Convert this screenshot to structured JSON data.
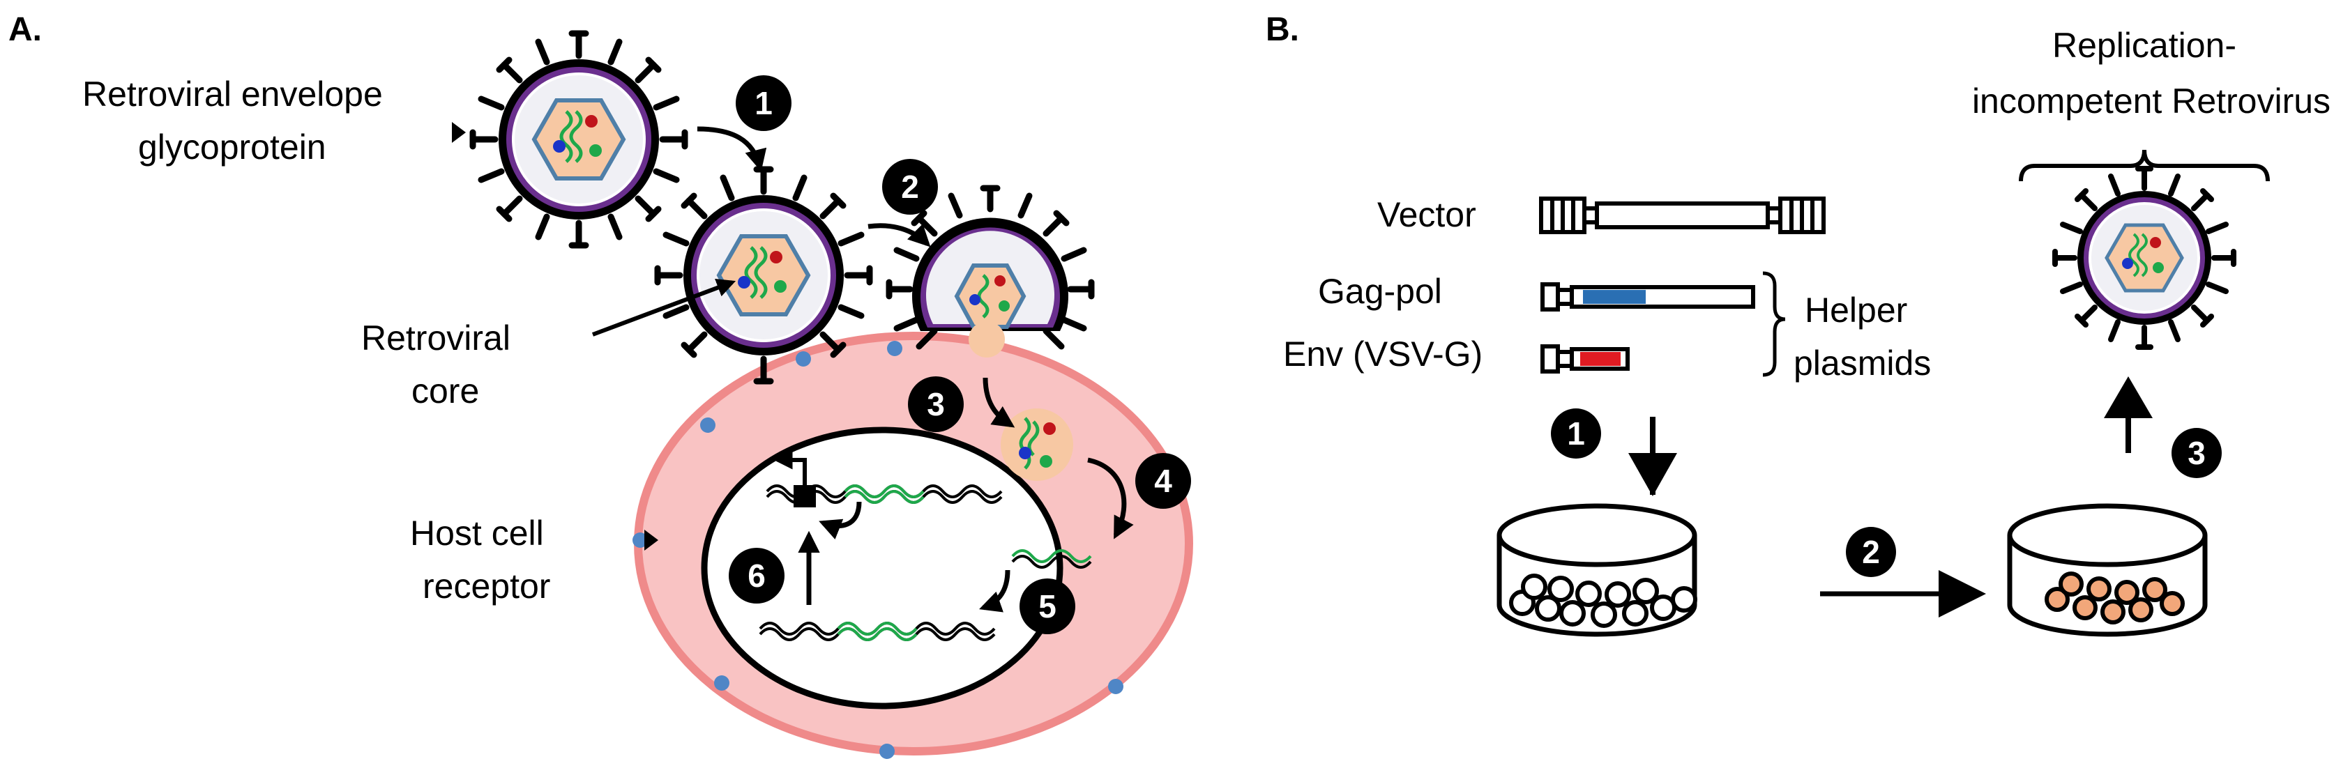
{
  "panels": {
    "a": "A.",
    "b": "B."
  },
  "panel_a": {
    "envelope_label_line1": "Retroviral envelope",
    "envelope_label_line2": "glycoprotein",
    "core_label_line1": "Retroviral",
    "core_label_line2": "core",
    "receptor_label_line1": "Host cell",
    "receptor_label_line2": "receptor",
    "steps": [
      "1",
      "2",
      "3",
      "4",
      "5",
      "6"
    ]
  },
  "panel_b": {
    "vector_label": "Vector",
    "gagpol_label": "Gag-pol",
    "env_label": "Env (VSV-G)",
    "helper_line1": "Helper",
    "helper_line2": "plasmids",
    "product_line1": "Replication-",
    "product_line2": "incompetent Retrovirus",
    "steps": [
      "1",
      "2",
      "3"
    ]
  },
  "colors": {
    "membrane": "#6a2f8e",
    "spike": "#000000",
    "core_fill": "#f7c8a3",
    "capsid_stroke": "#4f7fa8",
    "rna_green": "#1ea84a",
    "dot_red": "#c0141a",
    "dot_blue": "#1a34c8",
    "dot_green": "#1ea84a",
    "cell_fill": "#f9c3c3",
    "cell_stroke": "#ef8a8a",
    "receptor_blue": "#4f86c6",
    "gagpol_blue": "#2a6fb3",
    "env_red": "#e01b22",
    "infected_cell": "#f2a77a"
  }
}
